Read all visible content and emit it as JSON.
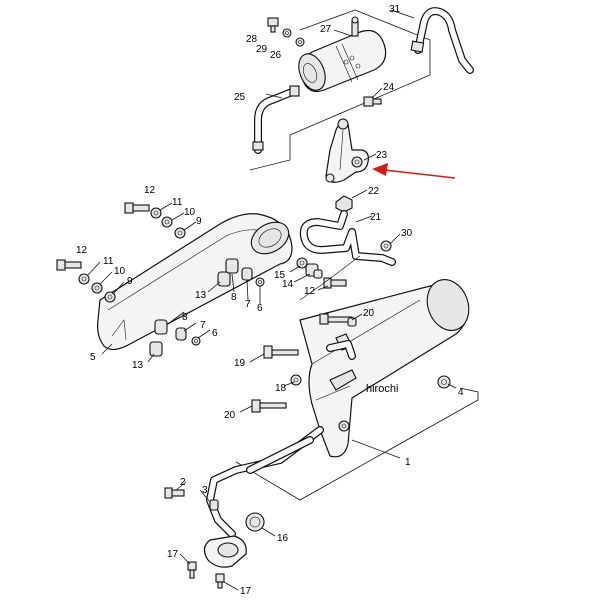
{
  "watermark": "hirochi",
  "colors": {
    "line": "#111111",
    "background": "#ffffff",
    "pointer_arrow": "#d41c1c"
  },
  "pointer_target_part": "23",
  "callouts": {
    "c1": "1",
    "c2": "2",
    "c3": "3",
    "c4": "4",
    "c5": "5",
    "c6a": "6",
    "c6b": "6",
    "c7a": "7",
    "c7b": "7",
    "c8a": "8",
    "c8b": "8",
    "c9a": "9",
    "c9b": "9",
    "c10a": "10",
    "c10b": "10",
    "c11a": "11",
    "c11b": "11",
    "c12a": "12",
    "c12b": "12",
    "c12c": "12",
    "c13a": "13",
    "c13b": "13",
    "c14": "14",
    "c15": "15",
    "c16": "16",
    "c17a": "17",
    "c17b": "17",
    "c18": "18",
    "c19": "19",
    "c20a": "20",
    "c20b": "20",
    "c21": "21",
    "c22": "22",
    "c23": "23",
    "c24": "24",
    "c25": "25",
    "c26": "26",
    "c27": "27",
    "c28": "28",
    "c29": "29",
    "c30": "30",
    "c31": "31"
  }
}
